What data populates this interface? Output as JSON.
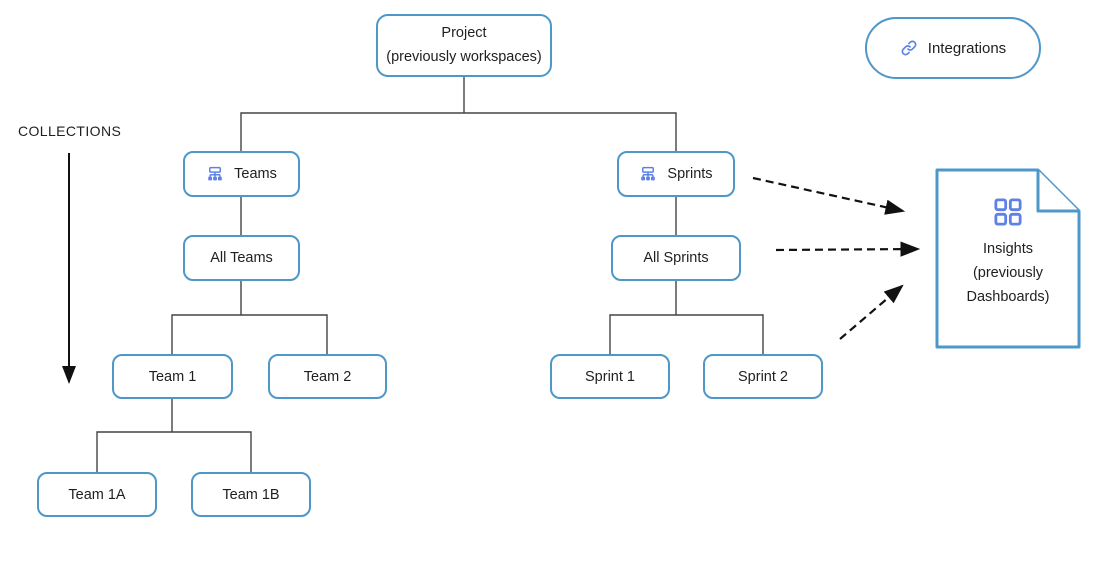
{
  "canvas": {
    "background": "#ffffff"
  },
  "colors": {
    "node_border": "#4d97c9",
    "icon_accent": "#5e81e8",
    "text": "#1f1f1f",
    "connector": "#444444",
    "arrow": "#111111"
  },
  "annotations": {
    "collections_label": "COLLECTIONS"
  },
  "nodes": {
    "project": {
      "line1": "Project",
      "line2": "(previously workspaces)"
    },
    "integrations": {
      "label": "Integrations",
      "icon": "link-icon"
    },
    "teams": {
      "label": "Teams",
      "icon": "hierarchy-icon"
    },
    "all_teams": {
      "label": "All Teams"
    },
    "team1": {
      "label": "Team 1"
    },
    "team2": {
      "label": "Team 2"
    },
    "team1a": {
      "label": "Team 1A"
    },
    "team1b": {
      "label": "Team 1B"
    },
    "sprints": {
      "label": "Sprints",
      "icon": "hierarchy-icon"
    },
    "all_sprints": {
      "label": "All Sprints"
    },
    "sprint1": {
      "label": "Sprint 1"
    },
    "sprint2": {
      "label": "Sprint 2"
    },
    "insights": {
      "line1": "Insights",
      "line2": "(previously",
      "line3": "Dashboards)",
      "icon": "dashboard-grid-icon"
    }
  }
}
